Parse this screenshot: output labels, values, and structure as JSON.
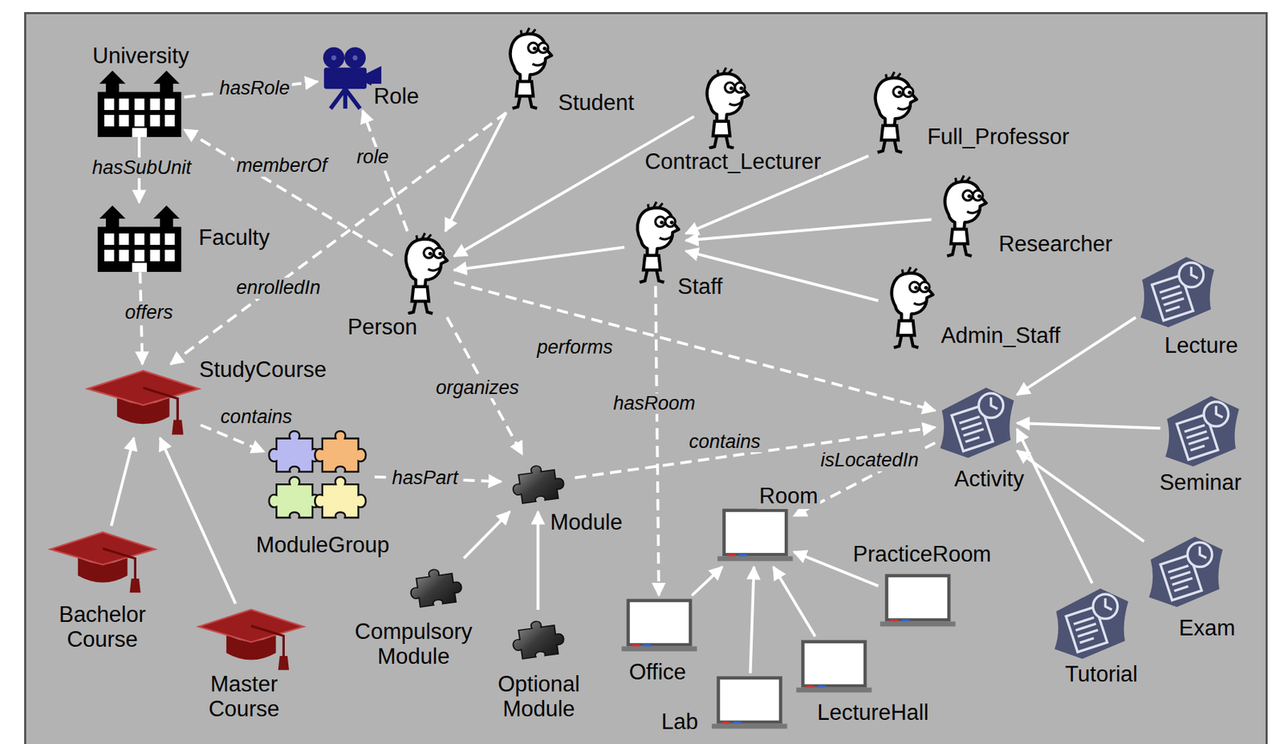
{
  "diagram": {
    "nodes": [
      {
        "text": [
          "University"
        ]
      },
      {
        "text": [
          "Role"
        ]
      },
      {
        "text": [
          "Student"
        ]
      },
      {
        "text": [
          "Contract_Lecturer"
        ]
      },
      {
        "text": [
          "Full_Professor"
        ]
      },
      {
        "text": [
          "Faculty"
        ]
      },
      {
        "text": [
          "Researcher"
        ]
      },
      {
        "text": [
          "Person"
        ]
      },
      {
        "text": [
          "Staff"
        ]
      },
      {
        "text": [
          "Admin_Staff"
        ]
      },
      {
        "text": [
          "Lecture"
        ]
      },
      {
        "text": [
          "StudyCourse"
        ]
      },
      {
        "text": [
          "ModuleGroup"
        ]
      },
      {
        "text": [
          "Module"
        ]
      },
      {
        "text": [
          "Activity"
        ]
      },
      {
        "text": [
          "Room"
        ]
      },
      {
        "text": [
          "Seminar"
        ]
      },
      {
        "text": [
          "PracticeRoom"
        ]
      },
      {
        "text": [
          "Exam"
        ]
      },
      {
        "text": [
          "Bachelor Course"
        ]
      },
      {
        "text": [
          "Master Course"
        ]
      },
      {
        "text": [
          "Compulsory Module"
        ]
      },
      {
        "text": [
          "Optional Module"
        ]
      },
      {
        "text": [
          "Office"
        ]
      },
      {
        "text": [
          "Lab"
        ]
      },
      {
        "text": [
          "LectureHall"
        ]
      },
      {
        "text": [
          "Tutorial"
        ]
      }
    ],
    "edges": [
      {
        "from": 0,
        "to": 1,
        "arrow": "to",
        "label": "hasRole"
      },
      {
        "from": 0,
        "to": 5,
        "arrow": "to",
        "label": "hasSubUnit"
      },
      {
        "from": 7,
        "to": 0,
        "arrow": "to",
        "label": "memberOf"
      },
      {
        "from": 7,
        "to": 1,
        "arrow": "to",
        "label": "role"
      },
      {
        "from": 2,
        "to": 11,
        "arrow": "to",
        "label": "enrolledIn"
      },
      {
        "from": 5,
        "to": 11,
        "arrow": "to",
        "label": "offers"
      },
      {
        "from": 2,
        "to": 7,
        "arrow": "to"
      },
      {
        "from": 3,
        "to": 7,
        "arrow": "to"
      },
      {
        "from": 8,
        "to": 7,
        "arrow": "to"
      },
      {
        "from": 4,
        "to": 8,
        "arrow": "to"
      },
      {
        "from": 6,
        "to": 8,
        "arrow": "to"
      },
      {
        "from": 9,
        "to": 8,
        "arrow": "to"
      },
      {
        "from": 7,
        "to": 14,
        "arrow": "to",
        "label": "performs"
      },
      {
        "from": 7,
        "to": 13,
        "arrow": "to",
        "label": "organizes"
      },
      {
        "from": 8,
        "to": 23,
        "arrow": "to",
        "label": "hasRoom"
      },
      {
        "from": 11,
        "to": 12,
        "arrow": "to",
        "label": "contains"
      },
      {
        "from": 12,
        "to": 13,
        "arrow": "to",
        "label": "hasPart"
      },
      {
        "from": 13,
        "to": 14,
        "arrow": "to",
        "label": "contains"
      },
      {
        "from": 14,
        "to": 15,
        "arrow": "to",
        "label": "isLocatedIn"
      },
      {
        "from": 10,
        "to": 14,
        "arrow": "to"
      },
      {
        "from": 16,
        "to": 14,
        "arrow": "to"
      },
      {
        "from": 18,
        "to": 14,
        "arrow": "to"
      },
      {
        "from": 26,
        "to": 14,
        "arrow": "to"
      },
      {
        "from": 19,
        "to": 11,
        "arrow": "to"
      },
      {
        "from": 20,
        "to": 11,
        "arrow": "to"
      },
      {
        "from": 21,
        "to": 13,
        "arrow": "to"
      },
      {
        "from": 22,
        "to": 13,
        "arrow": "to"
      },
      {
        "from": 23,
        "to": 15,
        "arrow": "to"
      },
      {
        "from": 24,
        "to": 15,
        "arrow": "to"
      },
      {
        "from": 25,
        "to": 15,
        "arrow": "to"
      },
      {
        "from": 17,
        "to": 15,
        "arrow": "to"
      }
    ]
  }
}
